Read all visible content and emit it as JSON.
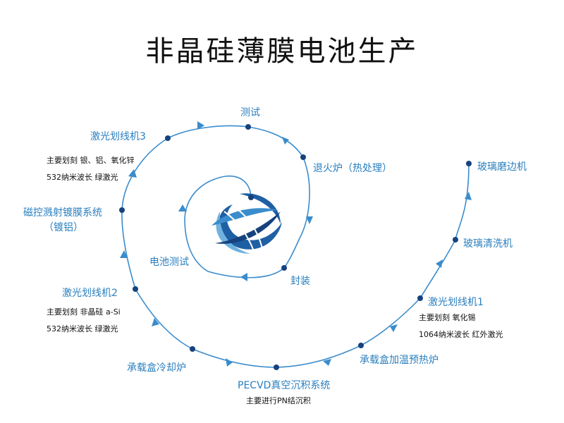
{
  "title": "非晶硅薄膜电池生产",
  "nodes": [
    {
      "id": "glass-edge",
      "label": "玻璃磨边机"
    },
    {
      "id": "glass-clean",
      "label": "玻璃清洗机"
    },
    {
      "id": "laser1",
      "label": "激光划线机1",
      "notes": [
        "主要划刻 氧化锡",
        "1064纳米波长 红外激光"
      ]
    },
    {
      "id": "preheat",
      "label": "承载盒加温预热炉"
    },
    {
      "id": "pecvd",
      "label": "PECVD真空沉积系统",
      "notes": [
        "主要进行PN结沉积"
      ]
    },
    {
      "id": "cooling",
      "label": "承载盒冷却炉"
    },
    {
      "id": "laser2",
      "label": "激光划线机2",
      "notes": [
        "主要划刻 非晶硅 a-Si",
        "532纳米波长 绿激光"
      ]
    },
    {
      "id": "sputter",
      "label": "磁控溅射镀膜系统",
      "label2": "（镀铝）"
    },
    {
      "id": "laser3",
      "label": "激光划线机3",
      "notes": [
        "主要划刻 银、铝、氧化锌",
        "532纳米波长 绿激光"
      ]
    },
    {
      "id": "test",
      "label": "测试"
    },
    {
      "id": "anneal",
      "label": "退火炉（热处理）"
    },
    {
      "id": "package",
      "label": "封装"
    },
    {
      "id": "battery-test",
      "label": "电池测试"
    }
  ],
  "colors": {
    "line": "#3a8ccc",
    "dot": "#16427e",
    "label": "#2a7fbf",
    "logo_dark": "#1f5fa3",
    "logo_light": "#6fb2e0"
  },
  "icons": {
    "center": "globe-swirl-logo"
  }
}
